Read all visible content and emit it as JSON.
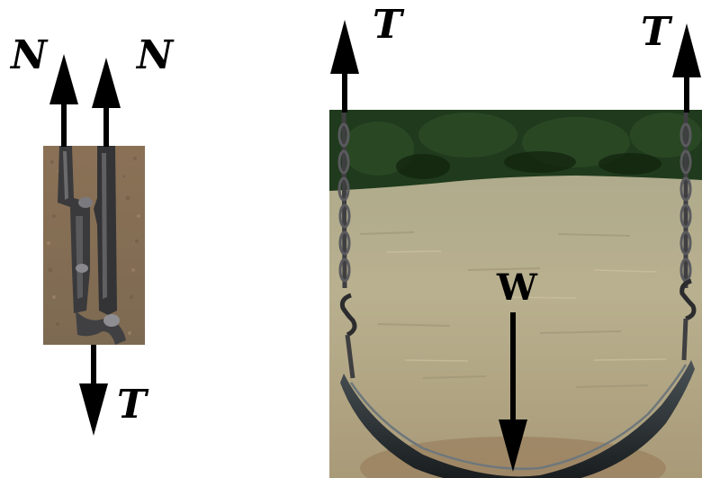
{
  "left_panel": {
    "labels": {
      "normal_left": "N",
      "normal_right": "N",
      "tension": "T"
    }
  },
  "right_panel": {
    "labels": {
      "tension_left": "T",
      "tension_right": "T",
      "weight": "W"
    }
  },
  "colors": {
    "arrow": "#000000",
    "sky_trees": "#1f3a1c",
    "grass": "#b8b08e",
    "ground_dirt": "#9a7f5e",
    "chain": "#4a4a4a",
    "seat": "#1e2326"
  }
}
